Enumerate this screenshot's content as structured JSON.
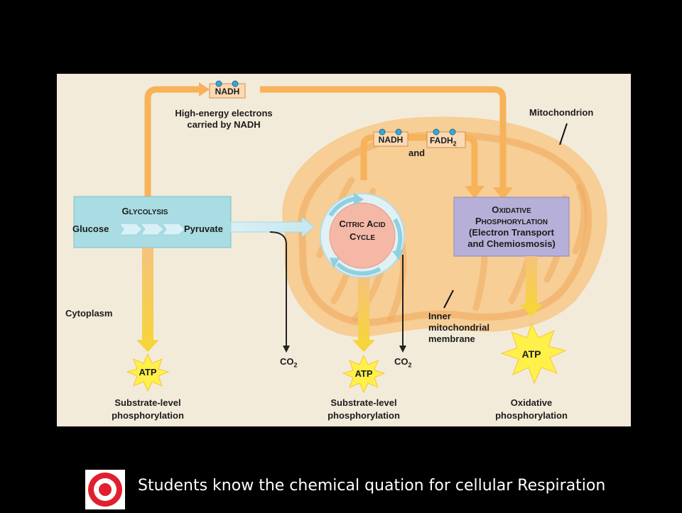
{
  "diagram": {
    "nadh_top": "NADH",
    "nadh_top_caption_1": "High-energy electrons",
    "nadh_top_caption_2": "carried by NADH",
    "mitochondrion_label": "Mitochondrion",
    "nadh_mid": "NADH",
    "and_label": "and",
    "fadh_label": "FADH",
    "fadh_sub": "2",
    "glycolysis": {
      "title_cap": "G",
      "title_rest": "LYCOLYSIS",
      "glucose": "Glucose",
      "pyruvate": "Pyruvate"
    },
    "citric": {
      "l1_a_cap": "C",
      "l1_a_rest": "ITRIC",
      "l1_b_cap": "A",
      "l1_b_rest": "CID",
      "l2_cap": "C",
      "l2_rest": "YCLE"
    },
    "oxphos": {
      "l1_cap": "O",
      "l1_rest": "XIDATIVE",
      "l2_cap": "P",
      "l2_rest": "HOSPHORYLATION",
      "l3": "(Electron Transport",
      "l4": "and Chemiosmosis)"
    },
    "cytoplasm": "Cytoplasm",
    "co2_label": "CO",
    "co2_sub": "2",
    "inner_membrane_1": "Inner",
    "inner_membrane_2": "mitochondrial",
    "inner_membrane_3": "membrane",
    "atp": "ATP",
    "substrate_1": "Substrate-level",
    "substrate_2": "phosphorylation",
    "oxidative_1": "Oxidative",
    "oxidative_2": "phosphorylation"
  },
  "footer": {
    "text": "Students know the chemical quation for cellular Respiration",
    "icon": "target-icon"
  },
  "colors": {
    "orange_arrow": "#f7b25a",
    "mitochondrion": "#f6c98a",
    "glycolysis_box": "#a9dce3",
    "oxphos_box": "#b6b0d8",
    "citric_circle": "#f5b8a6",
    "atp_star": "#fff04a",
    "target_red": "#e0202e"
  }
}
